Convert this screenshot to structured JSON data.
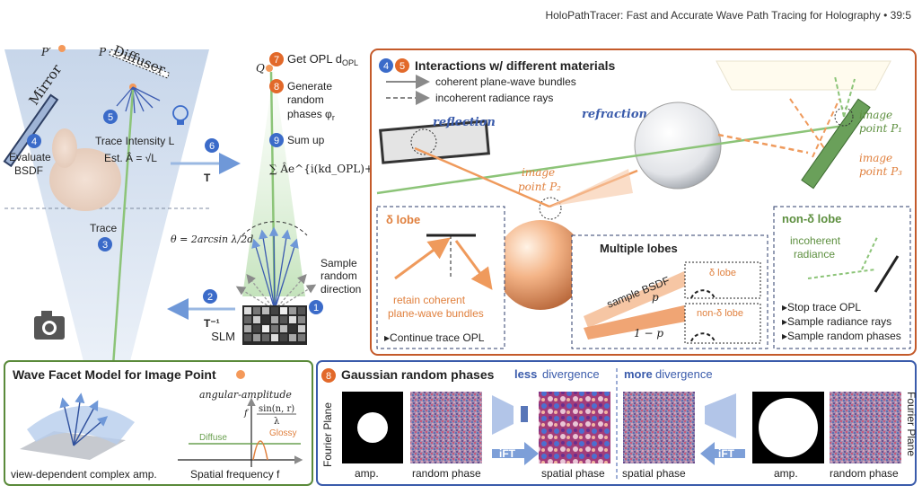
{
  "header": {
    "running_title": "HoloPathTracer: Fast and Accurate Wave Path Tracing for Holography",
    "page_ref": "•  39:5"
  },
  "left_panel": {
    "p_prime": "P′",
    "p": "P",
    "mirror": "Mirror",
    "diffuser": "Diffuser",
    "step4_num": "4",
    "evaluate": "Evaluate",
    "bsdf": "BSDF",
    "step5_num": "5",
    "trace_intensity": "Trace Intensity L",
    "est": "Est. Â = √L",
    "step3_num": "3",
    "trace": "Trace",
    "step6_num": "6",
    "t_label": "T",
    "step2_num": "2",
    "t_inv_label": "T⁻¹"
  },
  "middle_panel": {
    "q": "Q",
    "step7_num": "7",
    "get_opl": "Get OPL d",
    "get_opl_sub": "OPL",
    "step8_num": "8",
    "generate": "Generate",
    "random": "random",
    "phases": "phases  φ",
    "phases_sub": "r",
    "step9_num": "9",
    "sum_up": "Sum up",
    "sum_formula": "∑ Âe^{i(kd_OPL)+φ_r}",
    "theta_formula": "θ = 2arcsin λ/2d",
    "sample": "Sample",
    "random2": "random",
    "direction": "direction",
    "step1_num": "1",
    "slm": "SLM"
  },
  "interactions_panel": {
    "step4_num": "4",
    "step5_num": "5",
    "title": "Interactions w/ different materials",
    "legend_solid": "coherent plane-wave bundles",
    "legend_dashed": "incoherent radiance rays",
    "reflection": "reflection",
    "refraction": "refraction",
    "image_point_p1_a": "image",
    "image_point_p1_b": "point P₁",
    "image_point_p2_a": "image",
    "image_point_p2_b": "point P₂",
    "image_point_p3_a": "image",
    "image_point_p3_b": "point P₃",
    "delta_lobe_title": "δ lobe",
    "retain_1": "retain coherent",
    "retain_2": "plane-wave bundles",
    "continue": "▸Continue trace OPL",
    "multiple_lobes": "Multiple lobes",
    "sample_bsdf": "sample BSDF",
    "p_delta": "p",
    "one_minus_p_delta": "1 − p",
    "delta_lobe_small": "δ lobe",
    "non_delta_lobe_small": "non-δ lobe",
    "non_delta_title": "non-δ lobe",
    "incoherent": "incoherent",
    "radiance": "radiance",
    "stop": "▸Stop trace OPL",
    "sample_rays": "▸Sample radiance rays",
    "sample_phases": "▸Sample random phases"
  },
  "wave_facet_panel": {
    "title": "Wave Facet Model for Image Point",
    "angular_amplitude": "angular-amplitude",
    "fx_formula_num": "sin(n, r)",
    "fx_formula_lhs": "f",
    "fx_formula_den": "λ",
    "glossy": "Glossy",
    "diffuse": "Diffuse",
    "spatial_frequency": "Spatial frequency f",
    "view_dependent": "view-dependent complex amp."
  },
  "gaussian_panel": {
    "step8_num": "8",
    "title": "Gaussian random phases",
    "less": "less",
    "more": "more",
    "divergence": "divergence",
    "fourier_plane": "Fourier Plane",
    "amp": "amp.",
    "random_phase": "random phase",
    "spatial_phase": "spatial phase",
    "ift": "iFT"
  },
  "colors": {
    "step_blue": "#3b6bc9",
    "orange": "#ef9a5c",
    "orange_text": "#e0803e",
    "green": "#8cc478",
    "green_dark": "#5d8f3f",
    "interactions_border": "#c45a2a",
    "blue_border": "#3a5bab",
    "green_border": "#5a8a3a",
    "dashed_navy": "#2c3e6b"
  }
}
